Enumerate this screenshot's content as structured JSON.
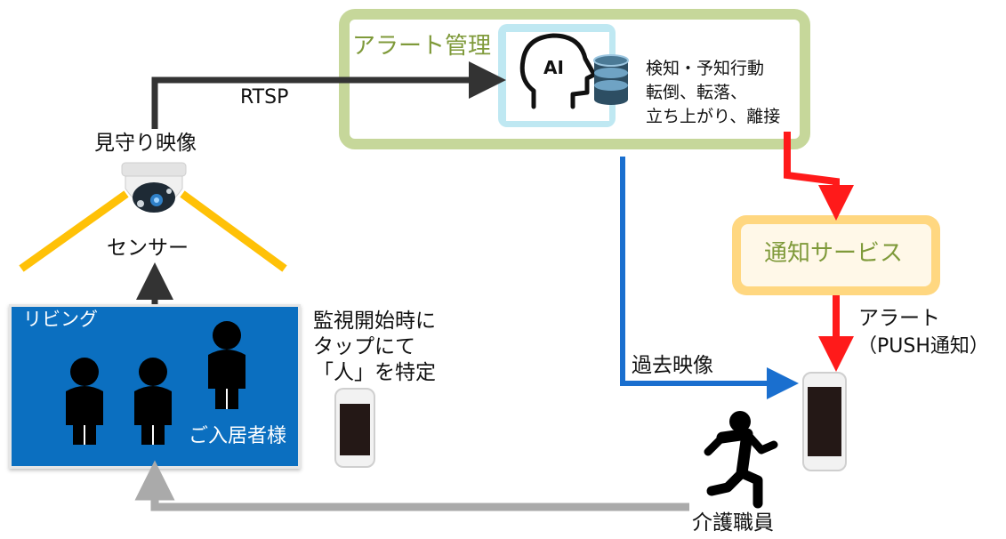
{
  "alert_management": {
    "title": "アラート管理",
    "ai_badge": "AI",
    "detection_lines": [
      "検知・予知行動",
      "転倒、転落、",
      "立ち上がり、離接"
    ]
  },
  "labels": {
    "rtsp": "RTSP",
    "watch_video": "見守り映像",
    "sensor": "センサー",
    "past_video": "過去映像",
    "alert": "アラート",
    "push": "（PUSH通知）",
    "caregiver": "介護職員"
  },
  "notification_service": {
    "title": "通知サービス"
  },
  "living_room": {
    "title": "リビング",
    "resident": "ご入居者様"
  },
  "tap_instruction": [
    "監視開始時に",
    "タップにて",
    "「人」を特定"
  ],
  "colors": {
    "alert_border": "#c6d79a",
    "notify_border": "#ffd780",
    "living_bg": "#0b6fc0",
    "arrow_dark": "#333333",
    "arrow_blue": "#1a6fcf",
    "arrow_red": "#ff1a1a",
    "arrow_gray": "#aaaaaa",
    "sensor_lines": "#ffc107"
  }
}
